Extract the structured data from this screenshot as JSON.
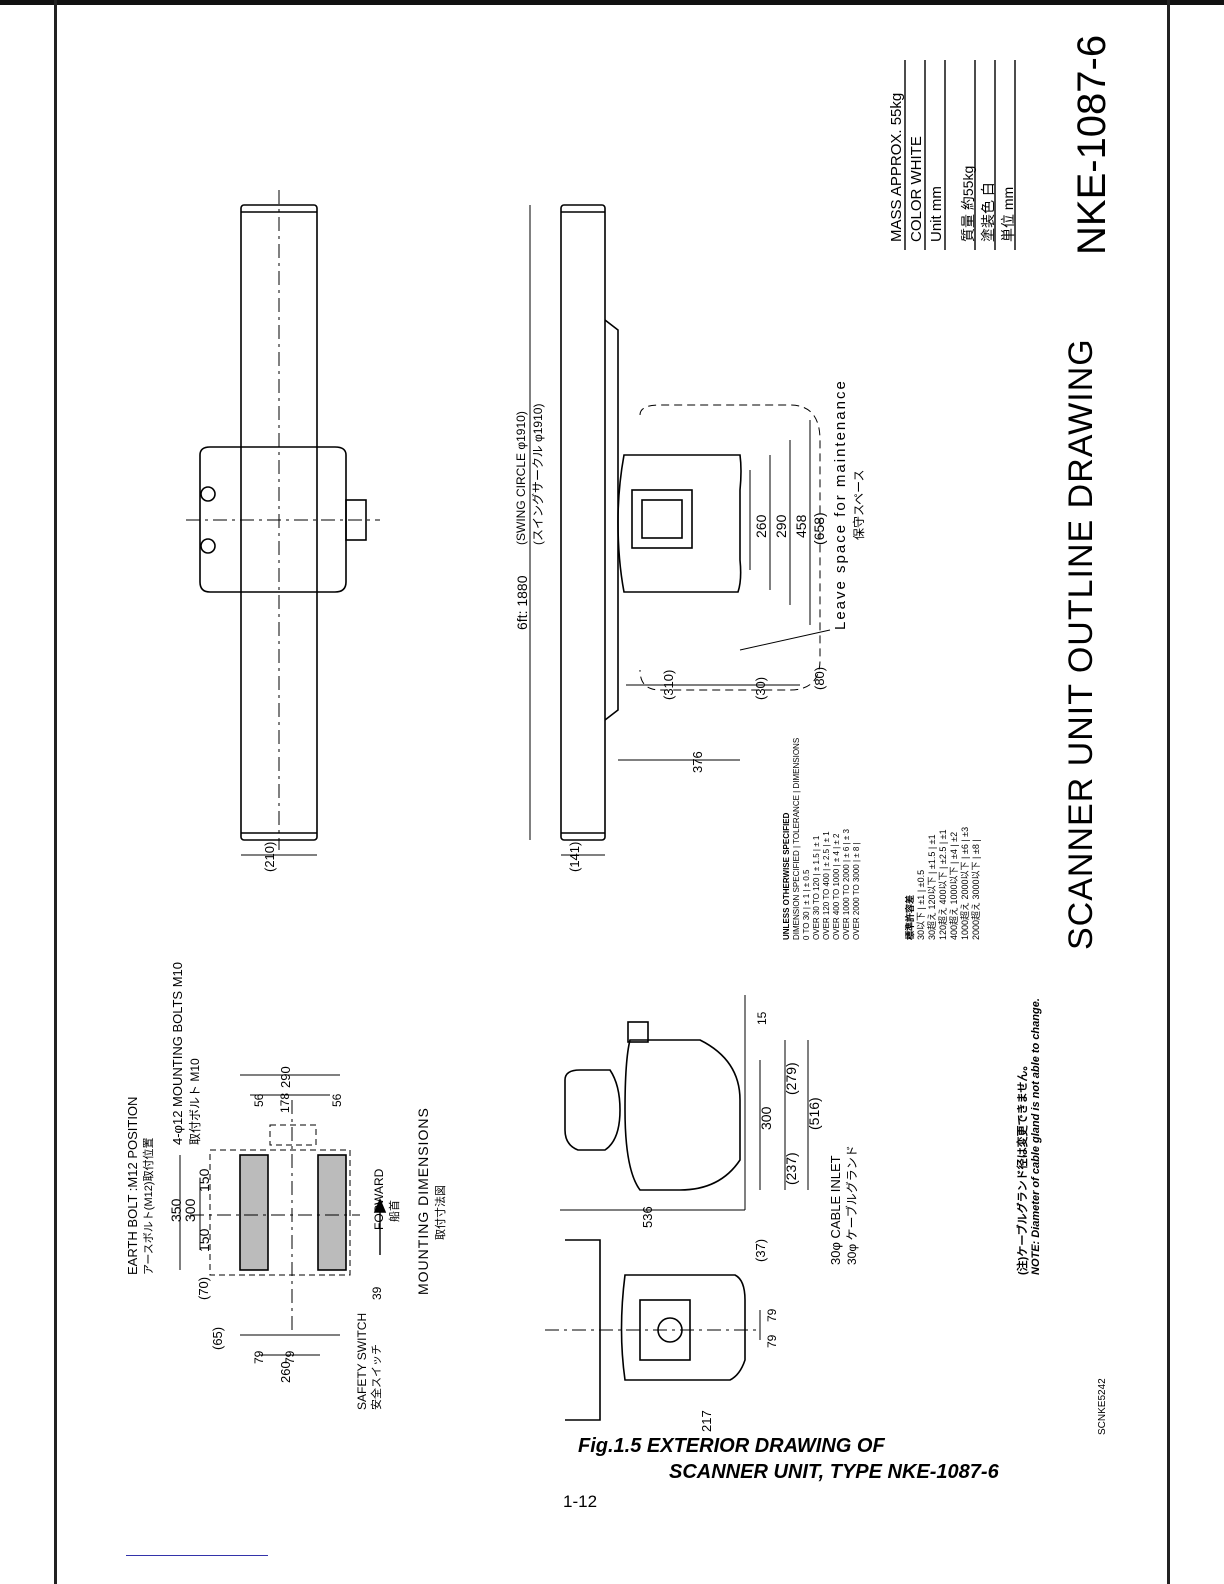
{
  "header": {
    "model": "NKE-1087-6"
  },
  "specs": {
    "mass_en": "MASS  APPROX. 55kg",
    "color_en": "COLOR  WHITE",
    "unit_en": "Unit    mm",
    "mass_jp": "質量    約55kg",
    "color_jp": "塗装色   白",
    "unit_jp": "単位    mm"
  },
  "title_big": "SCANNER UNIT OUTLINE DRAWING",
  "dims": {
    "six_ft": "6ft:  1880",
    "swing_circle": "(SWING CIRCLE φ1910)",
    "swing_circle_jp": "(スイングサークル φ1910)",
    "d260": "260",
    "d290": "290",
    "d458": "458",
    "d658": "(658)",
    "leave_space": "Leave space for maintenance",
    "leave_space_jp": "保守スペース",
    "d310": "(310)",
    "d30": "(30)",
    "d80": "(80)",
    "d376": "376",
    "d210": "(210)",
    "d141": "(141)",
    "d15": "15",
    "d300": "300",
    "d237": "(237)",
    "d279": "(279)",
    "d516": "(516)",
    "d536": "536",
    "d37": "(37)",
    "d79a": "79",
    "d79b": "79",
    "d217": "217",
    "cable_inlet": "30φ CABLE INLET",
    "cable_inlet_jp": "30φ ケーブルグランド",
    "earth_bolt": "EARTH BOLT :M12 POSITION",
    "earth_bolt_jp": "アースボルト(M12)取付位置",
    "mount_bolts": "4-φ12 MOUNTING BOLTS M10",
    "mount_bolts_jp": "取付ボルト M10",
    "d350": "350",
    "d300b": "300",
    "d150a": "150",
    "d150b": "150",
    "d70": "(70)",
    "d65": "(65)",
    "d290b": "290",
    "d178": "178",
    "d56a": "56",
    "d56b": "56",
    "d79c": "79",
    "d79d": "79",
    "d260b": "260",
    "d39": "39",
    "forward": "FORWARD",
    "forward_jp": "船首",
    "safety": "SAFETY SWITCH",
    "safety_jp": "安全スイッチ",
    "mounting_dims": "MOUNTING DIMENSIONS",
    "mounting_dims_jp": "取付寸法図"
  },
  "note_jp": "(注)ケーブルグランド径は変更できません。",
  "note_en": "NOTE: Diameter of cable gland is not able to change.",
  "tol1": {
    "head1": "UNLESS OTHERWISE SPECIFIED",
    "head2": "DIMENSION SPECIFIED",
    "head3": "TOLERANCE",
    "head4": "DIMENSIONS",
    "rows": [
      [
        "0 TO 30",
        "± 1",
        "± 0.5"
      ],
      [
        "OVER 30 TO 120",
        "± 1.5",
        "± 1"
      ],
      [
        "OVER 120 TO 400",
        "± 2.5",
        "± 1"
      ],
      [
        "OVER 400 TO 1000",
        "± 4",
        "± 2"
      ],
      [
        "OVER 1000 TO 2000",
        "± 6",
        "± 3"
      ],
      [
        "OVER 2000 TO 3000",
        "± 8",
        ""
      ]
    ]
  },
  "tol2": {
    "title": "標準許容差",
    "rows": [
      [
        "30以下",
        "±1",
        "±0.5"
      ],
      [
        "30超え 120以下",
        "±1.5",
        "±1"
      ],
      [
        "120超え 400以下",
        "±2.5",
        "±1"
      ],
      [
        "400超え 1000以下",
        "±4",
        "±2"
      ],
      [
        "1000超え 2000以下",
        "±6",
        "±3"
      ],
      [
        "2000超え 3000以下",
        "±8",
        ""
      ]
    ]
  },
  "caption": {
    "line1": "Fig.1.5 EXTERIOR DRAWING OF",
    "line2": "SCANNER UNIT, TYPE NKE-1087-6"
  },
  "page_number": "1-12",
  "doc_id": "SCNKE5242"
}
